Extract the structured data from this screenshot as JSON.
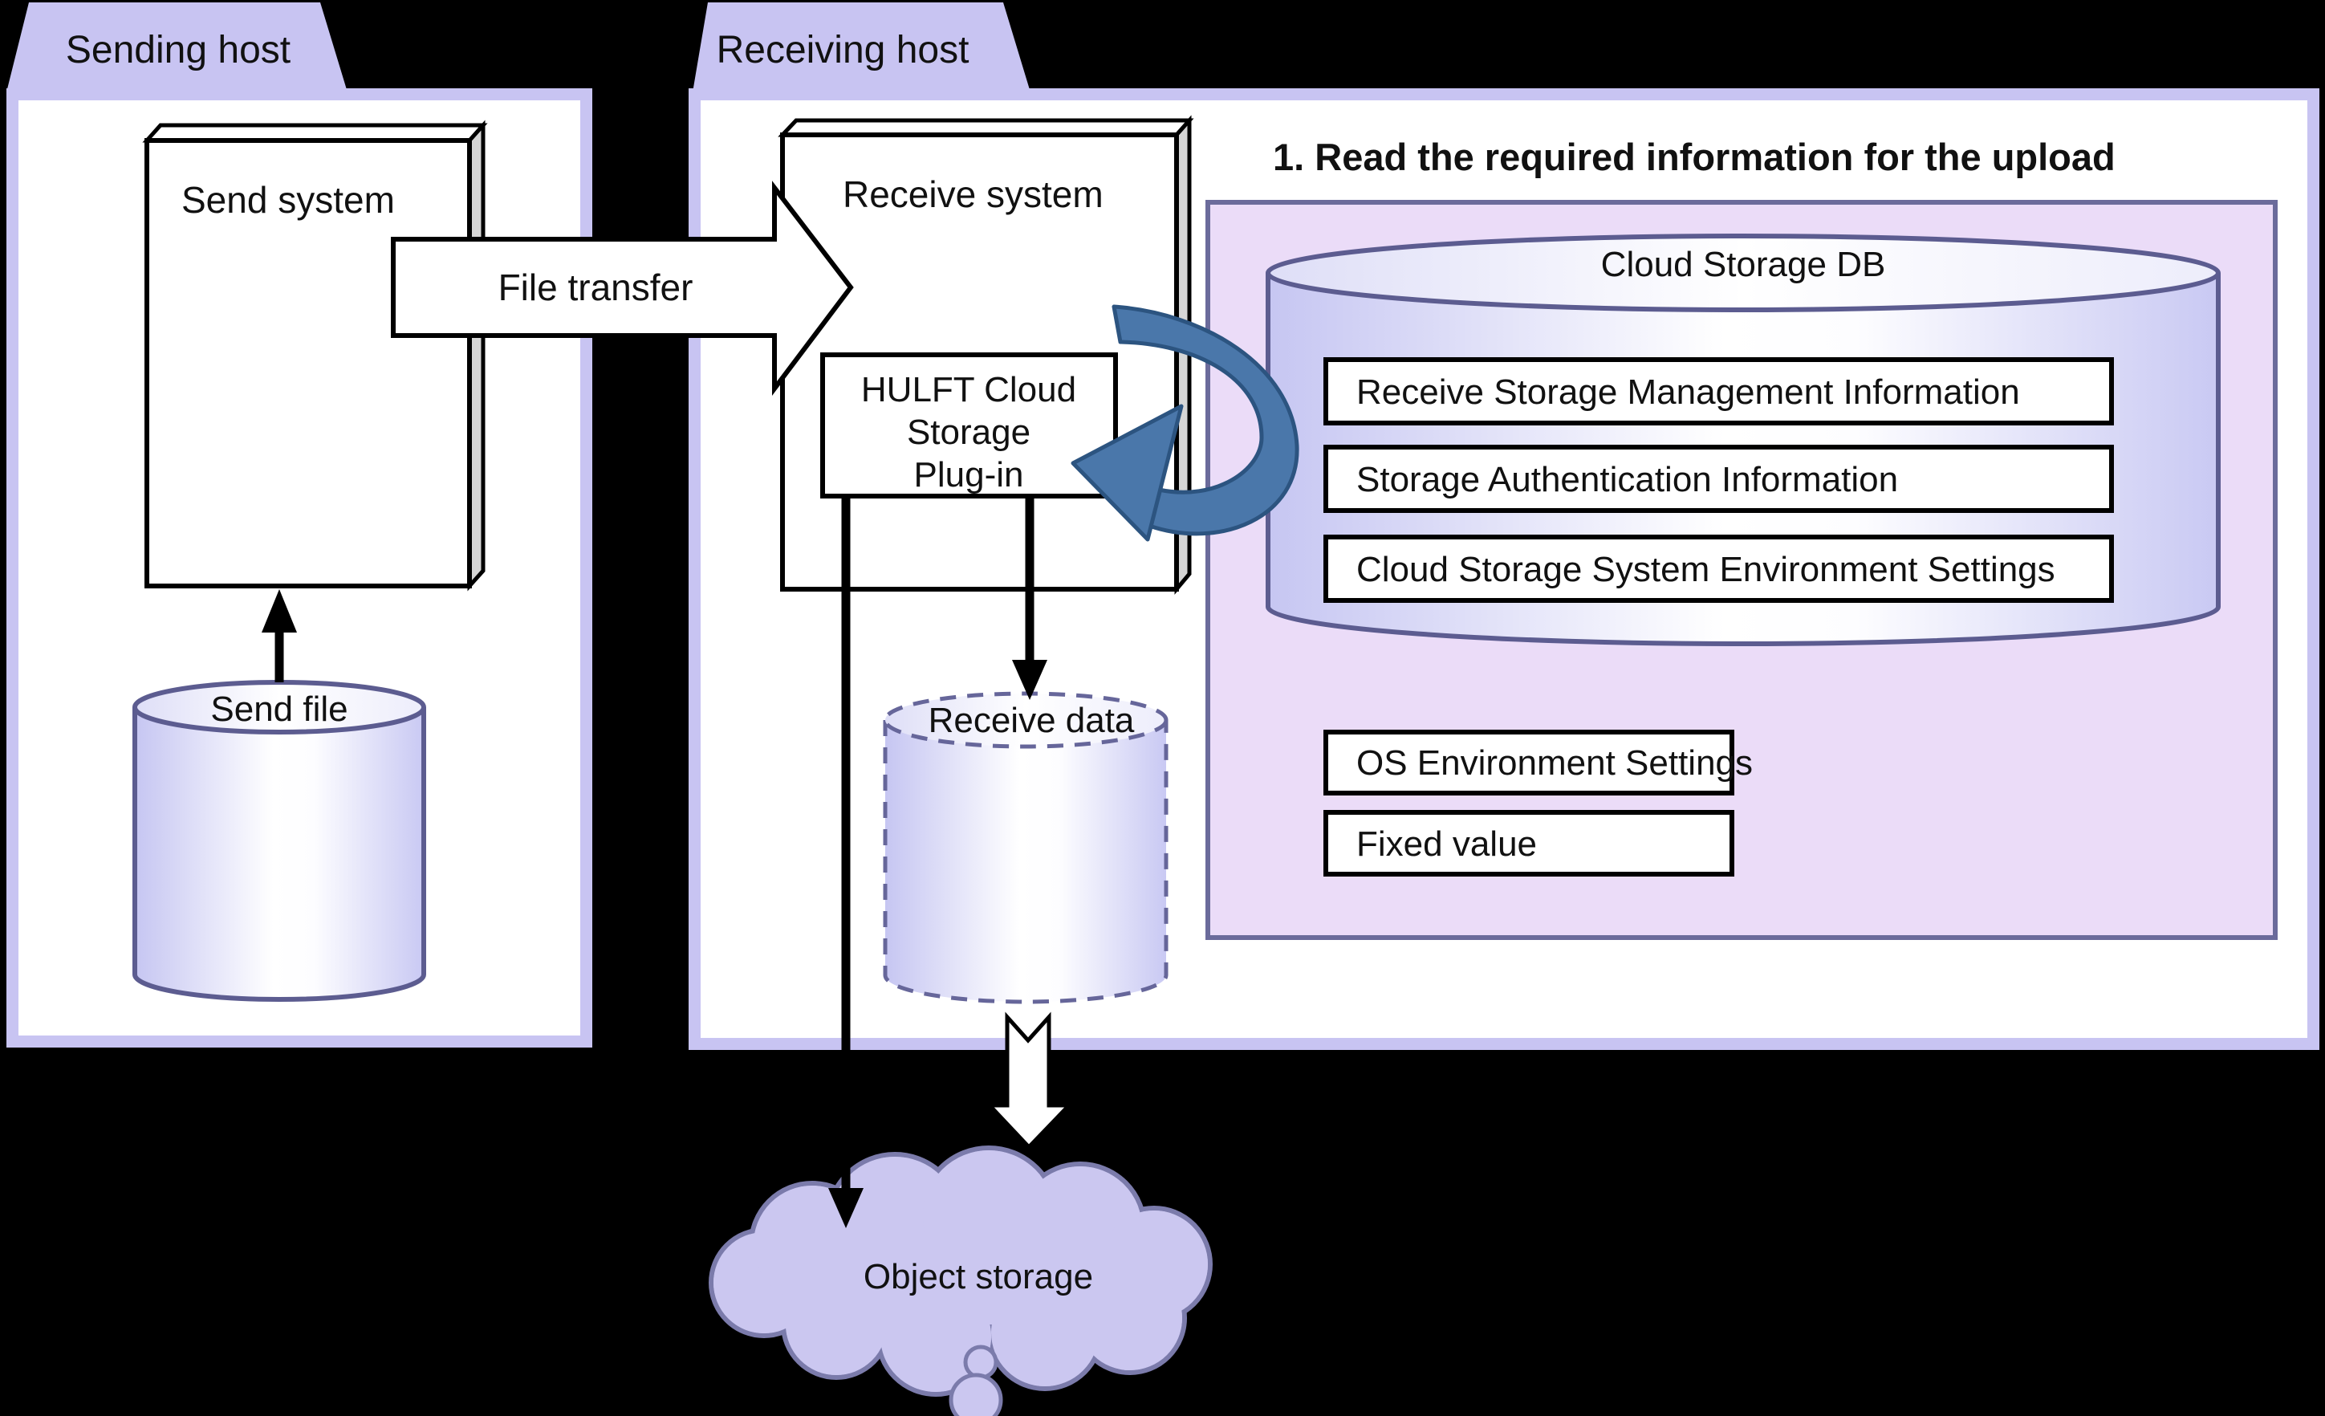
{
  "tabs": {
    "sending": "Sending host",
    "receiving": "Receiving host"
  },
  "boxes": {
    "send_system": "Send system",
    "receive_system": "Receive system"
  },
  "plugin": {
    "lines": [
      "HULFT Cloud",
      "Storage",
      "Plug-in"
    ]
  },
  "cylinders": {
    "send_file": "Send file",
    "receive_data": "Receive data",
    "cloud_db": "Cloud Storage DB"
  },
  "transfer_label": "File transfer",
  "step_title": "1. Read the required information for the upload",
  "db_rows": [
    "Receive Storage Management Information",
    "Storage Authentication Information",
    "Cloud Storage System Environment Settings"
  ],
  "env_rows": [
    "OS Environment Settings",
    "Fixed value"
  ],
  "object_storage_label": "Object storage",
  "colors": {
    "background": "#000000",
    "host_border": "#c8c4f2",
    "panel_fill": "#ebdcf8",
    "panel_border": "#6b6b9b",
    "cylinder_stroke": "#5c5c90",
    "cylinder_fill_edge": "#c6c6f2",
    "cloud_fill": "#cbc7f0",
    "cloud_border": "#7b7bab",
    "blue_arrow": "#4a77aa",
    "blue_arrow_outline": "#2c5480"
  }
}
